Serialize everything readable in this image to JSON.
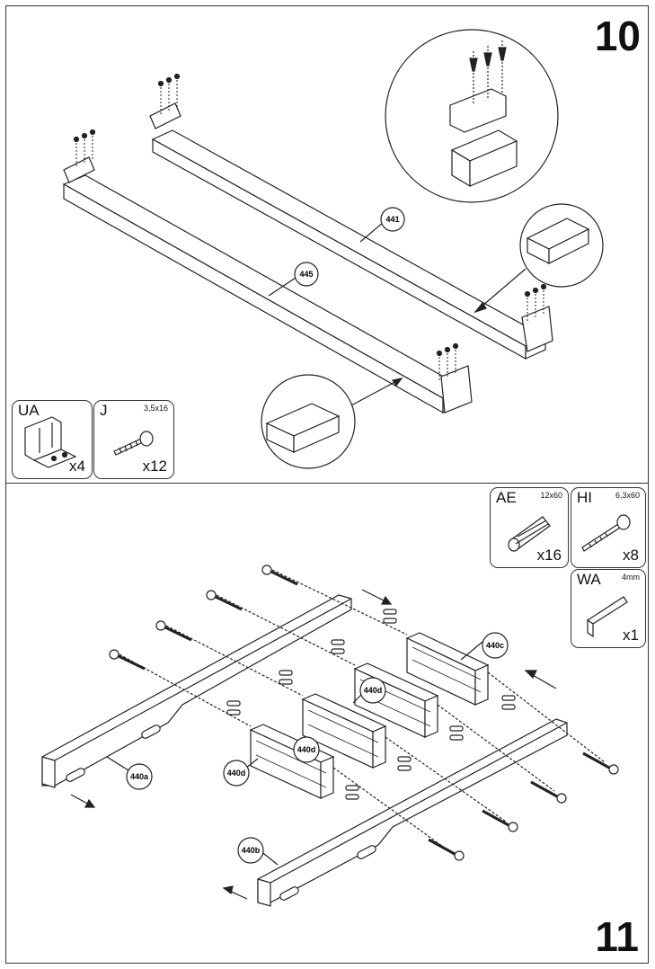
{
  "step10": {
    "number": "10",
    "labels": {
      "rail_back": "441",
      "rail_front": "445"
    },
    "parts": [
      {
        "code": "UA",
        "size": "",
        "qty": "x4",
        "icon": "angle-bracket-icon"
      },
      {
        "code": "J",
        "size": "3,5x16",
        "qty": "x12",
        "icon": "screw-icon"
      }
    ]
  },
  "step11": {
    "number": "11",
    "labels": {
      "side_left": "440a",
      "side_right": "440b",
      "slat_1": "440c",
      "slat_2": "440d",
      "slat_3": "440d",
      "slat_4": "440d"
    },
    "parts": [
      {
        "code": "AE",
        "size": "12x60",
        "qty": "x16",
        "icon": "dowel-icon"
      },
      {
        "code": "HI",
        "size": "6,3x60",
        "qty": "x8",
        "icon": "bolt-icon"
      },
      {
        "code": "WA",
        "size": "4mm",
        "qty": "x1",
        "icon": "allen-key-icon"
      }
    ]
  }
}
